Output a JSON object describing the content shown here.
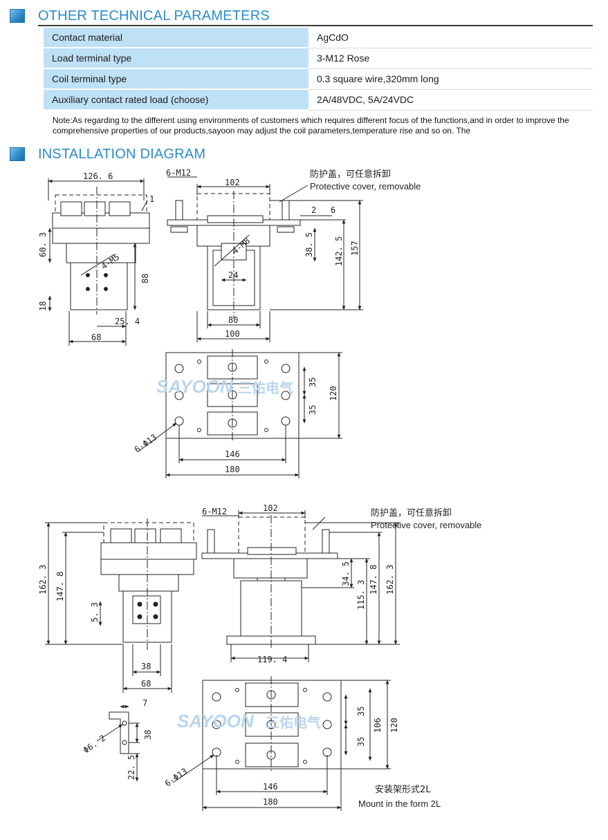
{
  "sections": {
    "params_title": "OTHER TECHNICAL PARAMETERS",
    "install_title": "INSTALLATION DIAGRAM"
  },
  "params": [
    {
      "label": "Contact material",
      "value": "AgCdO"
    },
    {
      "label": "Load terminal type",
      "value": "3-M12 Rose"
    },
    {
      "label": "Coil terminal type",
      "value": "0.3 square wire,320mm long"
    },
    {
      "label": "Auxiliary contact rated load (choose)",
      "value": "2A/48VDC, 5A/24VDC"
    }
  ],
  "note": "Note:As regarding to the different using environments of customers which requires  different focus of the functions,and in order to improve the comprehensive properties of our products,sayoon may adjust the coil parameters,temperature rise and so on.  The",
  "colors": {
    "accent": "#2a8bc8",
    "table_key_bg": "#bfe1f6"
  },
  "diagram1": {
    "front": {
      "width_top": "126. 6",
      "d_60": "60. 3",
      "d_18": "18",
      "d_88": "88",
      "d_25": "25. 4",
      "d_68": "68",
      "holes": "4-M5",
      "callout": "1"
    },
    "side": {
      "terminals": "6-M12",
      "d_102": "102",
      "d_24": "24",
      "d_80": "80",
      "d_100": "100",
      "screws": "4-M8",
      "d_38": "38. 5",
      "d_142": "142. 5",
      "d_157": "157",
      "callout_2": "2",
      "callout_6": "6"
    },
    "cover_cn": "防护盖，可任意拆卸",
    "cover_en": "Protective cover, removable",
    "top": {
      "d_35a": "35",
      "d_35b": "35",
      "d_120": "120",
      "d_146": "146",
      "d_180": "180",
      "holes": "6-Φ13"
    }
  },
  "diagram2": {
    "front": {
      "d_162": "162. 3",
      "d_147": "147. 8",
      "d_5": "5. 3",
      "d_38": "38",
      "d_68": "68"
    },
    "side": {
      "terminals": "6-M12",
      "d_102": "102",
      "d_34": "34. 5",
      "d_115": "115. 3",
      "d_147": "147. 8",
      "d_162": "162. 3",
      "d_119": "119. 4"
    },
    "cover_cn": "防护盖，可任意拆卸",
    "cover_en": "Protective cover, removable",
    "bracket": {
      "d_7": "7",
      "d_6": "Φ6. 2",
      "d_38": "38",
      "d_22": "22. 5"
    },
    "top": {
      "d_35a": "35",
      "d_35b": "35",
      "d_106": "106",
      "d_120": "120",
      "d_146": "146",
      "d_180": "180",
      "holes": "6-Φ13"
    },
    "mount_cn": "安装架形式2L",
    "mount_en": "Mount in the form 2L"
  },
  "watermark": {
    "latin": "SAYOON",
    "cn": "三佑电气"
  }
}
